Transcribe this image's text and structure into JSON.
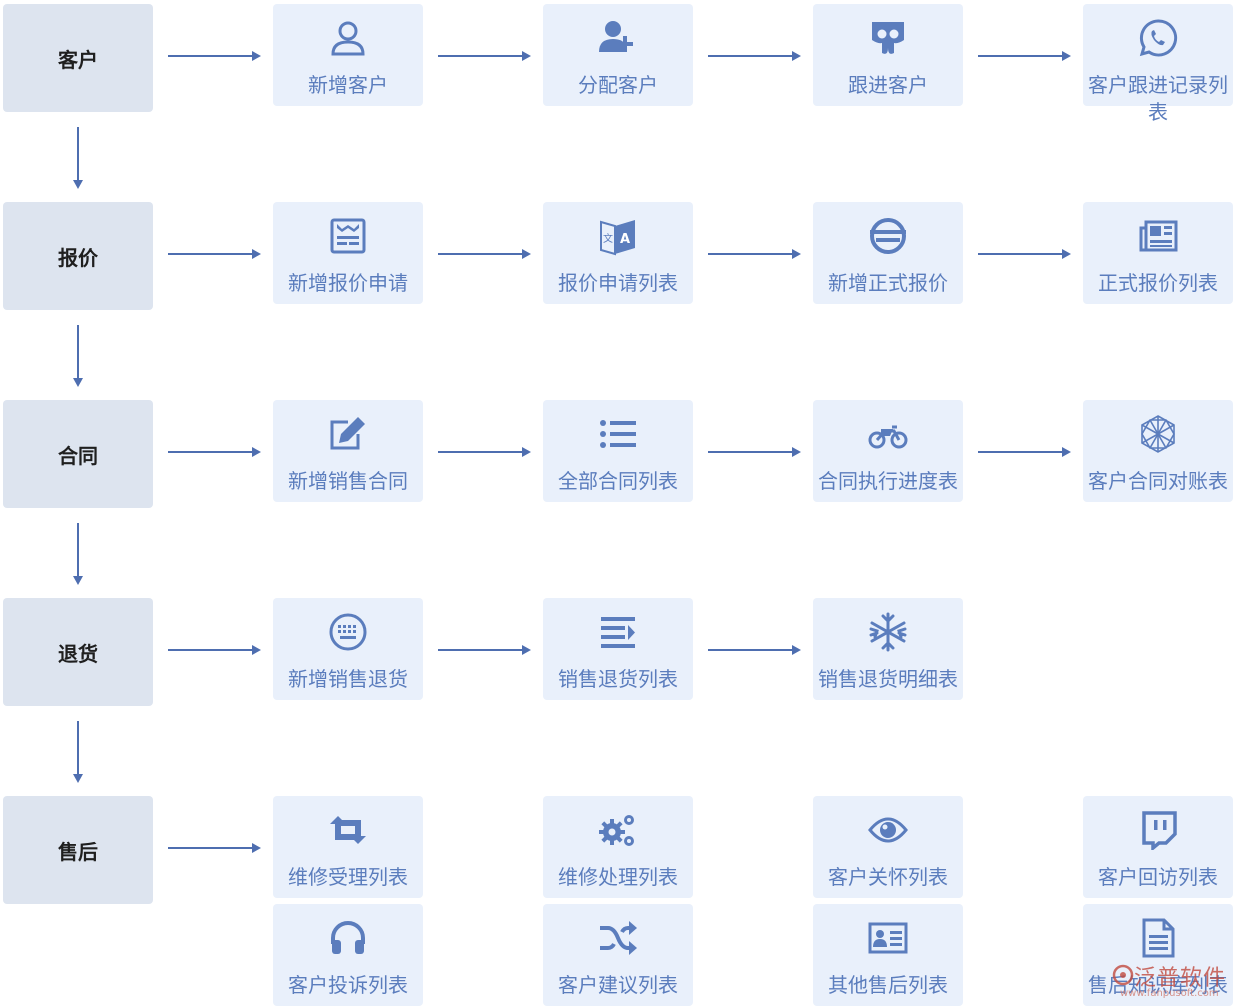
{
  "stages": [
    {
      "label": "客户"
    },
    {
      "label": "报价"
    },
    {
      "label": "合同"
    },
    {
      "label": "退货"
    },
    {
      "label": "售后"
    }
  ],
  "rows": [
    {
      "nodes": [
        {
          "label": "新增客户",
          "icon": "user-icon"
        },
        {
          "label": "分配客户",
          "icon": "user-plus-icon"
        },
        {
          "label": "跟进客户",
          "icon": "slideshare-icon"
        },
        {
          "label": "客户跟进记录列表",
          "icon": "whatsapp-icon"
        }
      ]
    },
    {
      "nodes": [
        {
          "label": "新增报价申请",
          "icon": "newspaper-form-icon"
        },
        {
          "label": "报价申请列表",
          "icon": "translate-icon"
        },
        {
          "label": "新增正式报价",
          "icon": "globe-circle-icon"
        },
        {
          "label": "正式报价列表",
          "icon": "newspaper-icon"
        }
      ]
    },
    {
      "nodes": [
        {
          "label": "新增销售合同",
          "icon": "edit-icon"
        },
        {
          "label": "全部合同列表",
          "icon": "list-icon"
        },
        {
          "label": "合同执行进度表",
          "icon": "motorcycle-icon"
        },
        {
          "label": "客户合同对账表",
          "icon": "hexagon-mesh-icon"
        }
      ]
    },
    {
      "nodes": [
        {
          "label": "新增销售退货",
          "icon": "keyboard-circle-icon"
        },
        {
          "label": "销售退货列表",
          "icon": "list-indent-icon"
        },
        {
          "label": "销售退货明细表",
          "icon": "snowflake-icon"
        }
      ]
    },
    {
      "nodes": [
        {
          "label": "维修受理列表",
          "icon": "retweet-icon"
        },
        {
          "label": "维修处理列表",
          "icon": "gears-icon"
        },
        {
          "label": "客户关怀列表",
          "icon": "eye-icon"
        },
        {
          "label": "客户回访列表",
          "icon": "twitch-icon"
        },
        {
          "label": "客户投诉列表",
          "icon": "headphones-icon"
        },
        {
          "label": "客户建议列表",
          "icon": "shuffle-icon"
        },
        {
          "label": "其他售后列表",
          "icon": "id-card-icon"
        },
        {
          "label": "售后知识库列表",
          "icon": "document-icon"
        }
      ]
    }
  ],
  "watermark": {
    "text": "泛普软件",
    "url": "www.fanpusoft.com"
  },
  "colors": {
    "stage_bg": "#dde4ef",
    "node_bg": "#e9f0fb",
    "icon": "#5b7dbd",
    "arrow": "#4e6eb0"
  }
}
